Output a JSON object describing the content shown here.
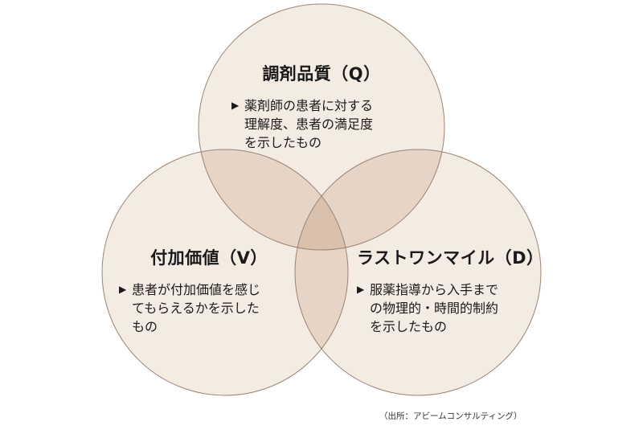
{
  "circles": [
    {
      "title": "調剤品質（Q）",
      "description": "薬剤師の患者に対する\n理解度、患者の満足度\nを示したもの"
    },
    {
      "title": "付加価値（V）",
      "description": "患者が付加価値を感じ\nてもらえるかを示した\nもの"
    },
    {
      "title": "ラストワンマイル（D）",
      "description": "服薬指導から入手まで\nの物理的・時間的制約\nを示したもの"
    }
  ],
  "bullet_icon": "triangle-right-icon",
  "source": "（出所：アビームコンサルティング）",
  "colors": {
    "fill": "#f4ebe3",
    "stroke": "#9a8374",
    "overlap_two": "#e6d5c7",
    "overlap_three": "#d9c1ad"
  }
}
